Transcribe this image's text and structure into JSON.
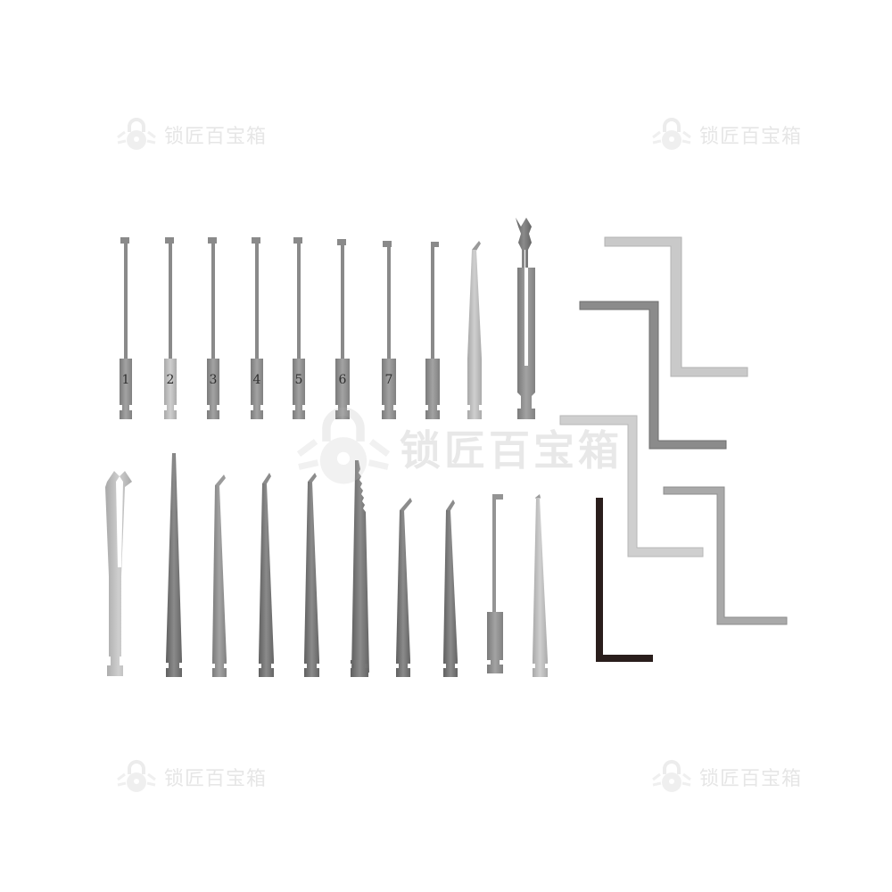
{
  "watermark": {
    "text": "锁匠百宝箱"
  },
  "picks": {
    "numbered_labels": [
      "1",
      "2",
      "3",
      "4",
      "5",
      "6",
      "7"
    ]
  },
  "colors": {
    "steel": "#8f8f8f",
    "steel_dark": "#6e6e6e",
    "steel_light": "#bdbdbd",
    "wrench_light": "#c8c8c8",
    "wrench_mid": "#8a8a8a",
    "hex_key": "#2a1e1c"
  }
}
